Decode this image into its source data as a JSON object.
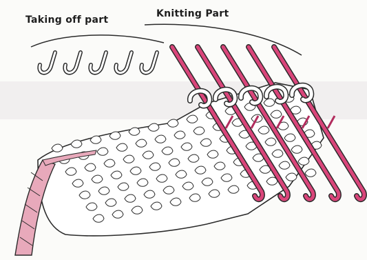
{
  "labels": {
    "taking_off_part": "Taking off part",
    "knitting_part": "Knitting Part"
  },
  "colors": {
    "needle": "#d9457a",
    "needle_dark": "#b22d5e",
    "yarn": "#e8a9bb",
    "outline": "#2a2a2a",
    "fabric": "#ffffff",
    "idle_needle_stroke": "#2a2a2a"
  },
  "counts": {
    "idle_needles": 5,
    "active_needles": 5
  }
}
